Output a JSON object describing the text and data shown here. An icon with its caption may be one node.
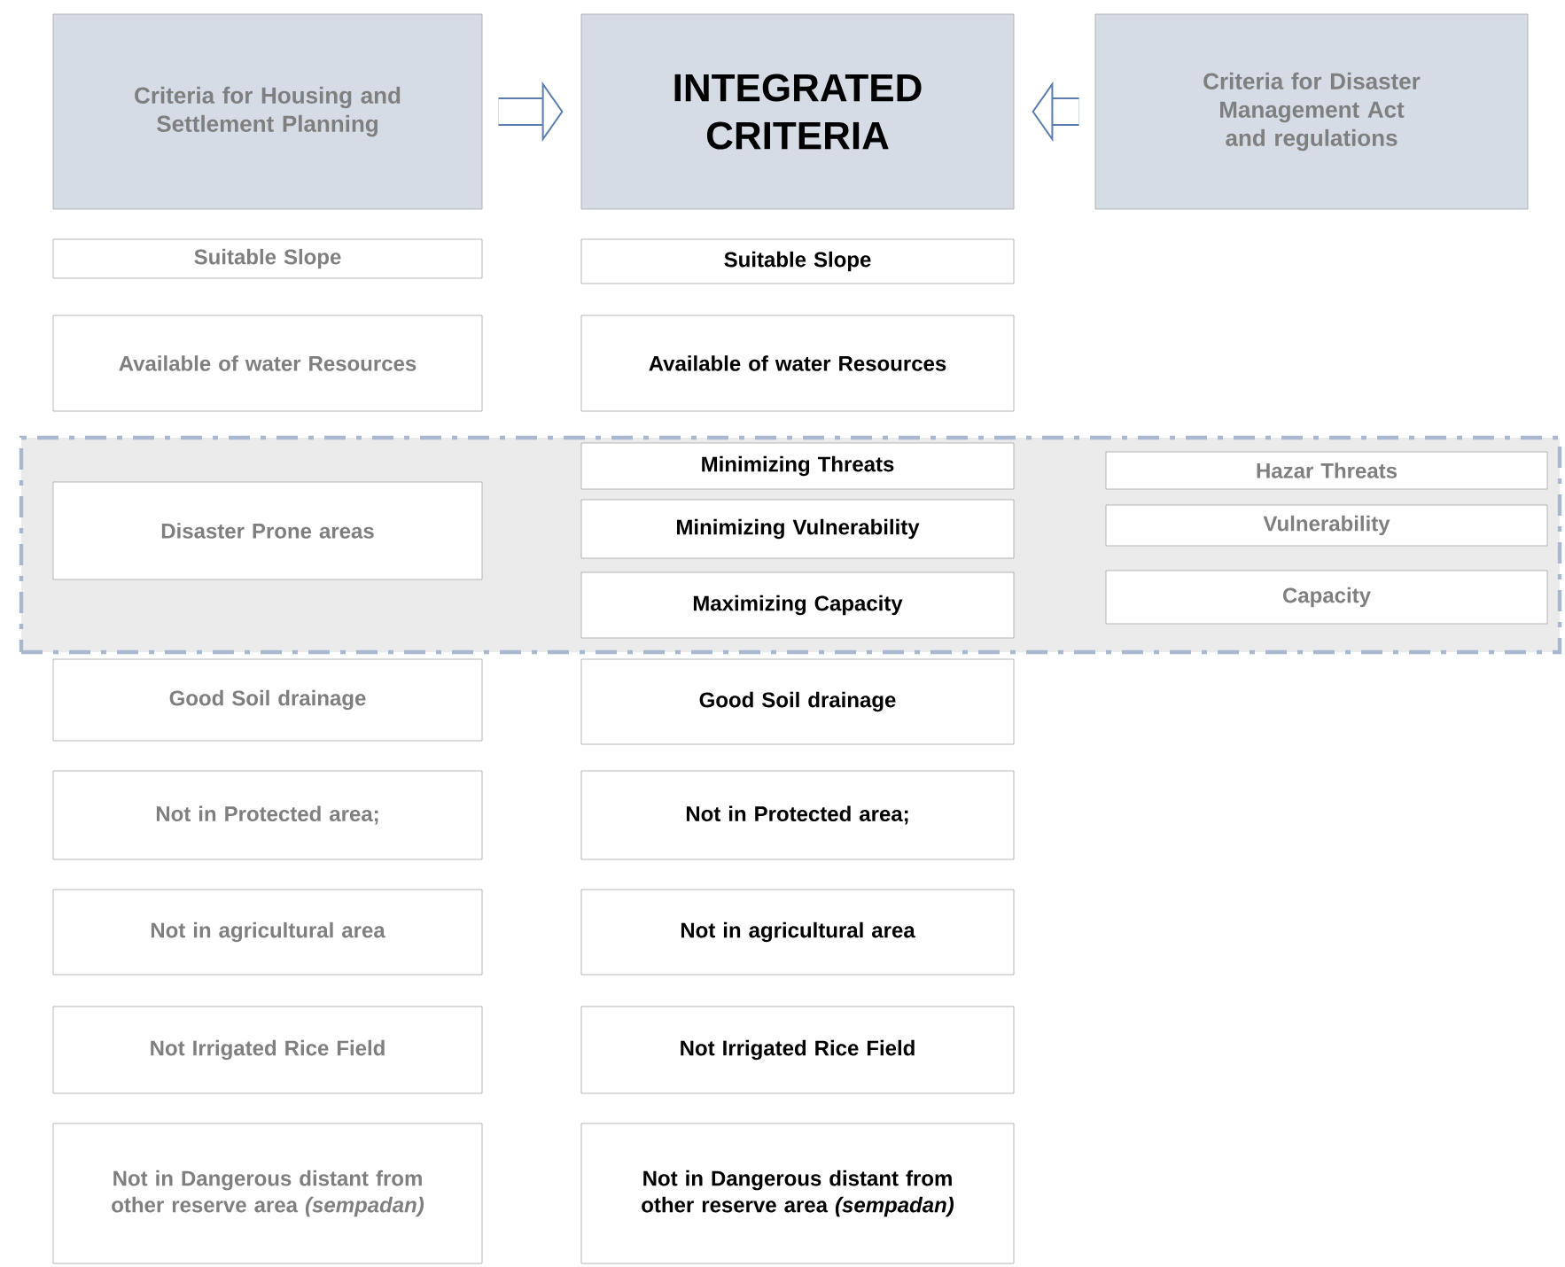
{
  "diagram": {
    "nodes": [
      {
        "text": [
          "Criteria for Housing and Settlement Planning"
        ]
      },
      {
        "text": [
          "INTEGRATED CRITERIA"
        ]
      },
      {
        "text": [
          "Criteria for Disaster Management Act and regulations"
        ]
      },
      {
        "text": [
          "Suitable Slope"
        ]
      },
      {
        "text": [
          "Suitable Slope"
        ]
      },
      {
        "text": [
          "Available of water Resources"
        ]
      },
      {
        "text": [
          "Available of water Resources"
        ]
      },
      {
        "text": [],
        "shape": "box"
      },
      {
        "text": [
          "Disaster Prone areas"
        ],
        "in": 7
      },
      {
        "text": [
          "Minimizing Threats"
        ],
        "in": 7
      },
      {
        "text": [
          "Hazar Threats"
        ],
        "in": 7
      },
      {
        "text": [
          "Minimizing Vulnerability"
        ],
        "in": 7
      },
      {
        "text": [
          "Vulnerability"
        ],
        "in": 7
      },
      {
        "text": [
          "Maximizing Capacity"
        ],
        "in": 7
      },
      {
        "text": [
          "Capacity"
        ],
        "in": 7
      },
      {
        "text": [
          "Good Soil drainage"
        ]
      },
      {
        "text": [
          "Good Soil drainage"
        ]
      },
      {
        "text": [
          "Not in Protected area;"
        ]
      },
      {
        "text": [
          "Not in Protected area;"
        ]
      },
      {
        "text": [
          "Not in agricultural area"
        ]
      },
      {
        "text": [
          "Not in agricultural area"
        ]
      },
      {
        "text": [
          "Not Irrigated Rice Field"
        ]
      },
      {
        "text": [
          "Not Irrigated Rice Field"
        ]
      },
      {
        "text": [
          "Not in Dangerous distant from other reserve area *(sempadan)*"
        ]
      },
      {
        "text": [
          "Not in Dangerous distant from other reserve area *(sempadan)*"
        ]
      }
    ],
    "edges": [
      {
        "from": 0,
        "to": 1,
        "arrow": "to"
      },
      {
        "from": 2,
        "to": 1,
        "arrow": "to"
      }
    ]
  }
}
